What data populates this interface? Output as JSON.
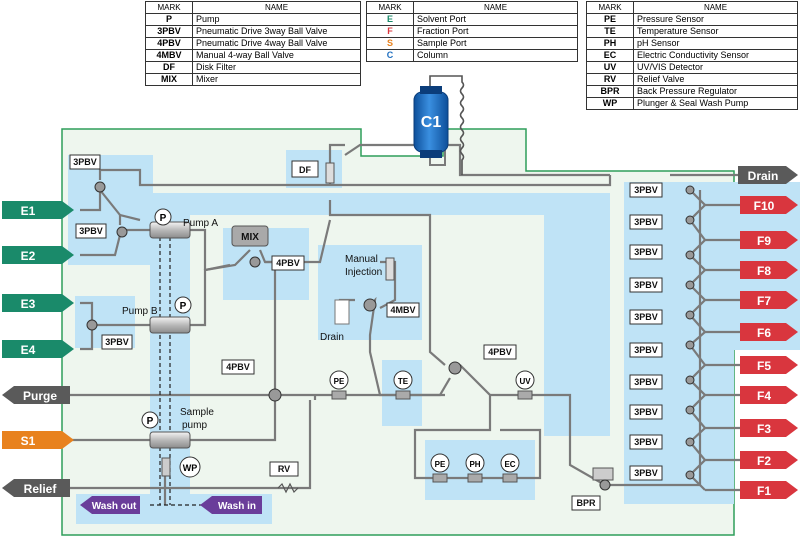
{
  "legend": {
    "header_mark": "MARK",
    "header_name": "NAME",
    "table1": [
      {
        "mark": "P",
        "name": "Pump"
      },
      {
        "mark": "3PBV",
        "name": "Pneumatic Drive 3way Ball Valve"
      },
      {
        "mark": "4PBV",
        "name": "Pneumatic Drive 4way Ball Valve"
      },
      {
        "mark": "4MBV",
        "name": "Manual 4-way Ball Valve"
      },
      {
        "mark": "DF",
        "name": "Disk Filter"
      },
      {
        "mark": "MIX",
        "name": "Mixer"
      }
    ],
    "table2": [
      {
        "mark": "E",
        "name": "Solvent Port",
        "color": "#1a8a6a"
      },
      {
        "mark": "F",
        "name": "Fraction Port",
        "color": "#d9363e"
      },
      {
        "mark": "S",
        "name": "Sample Port",
        "color": "#e8821e"
      },
      {
        "mark": "C",
        "name": "Column",
        "color": "#1f6fc0"
      }
    ],
    "table3": [
      {
        "mark": "PE",
        "name": "Pressure Sensor"
      },
      {
        "mark": "TE",
        "name": "Temperature Sensor"
      },
      {
        "mark": "PH",
        "name": "pH Sensor"
      },
      {
        "mark": "EC",
        "name": "Electric Conductivity Sensor"
      },
      {
        "mark": "UV",
        "name": "UV/VIS Detector"
      },
      {
        "mark": "RV",
        "name": "Relief Valve"
      },
      {
        "mark": "BPR",
        "name": "Back Pressure Regulator"
      },
      {
        "mark": "WP",
        "name": "Plunger & Seal Wash Pump"
      }
    ]
  },
  "ports": {
    "inlets": [
      "E1",
      "E2",
      "E3",
      "E4",
      "S1"
    ],
    "left_outlets": [
      "Purge",
      "Relief"
    ],
    "drain": "Drain",
    "fractions": [
      "F10",
      "F9",
      "F8",
      "F7",
      "F6",
      "F5",
      "F4",
      "F3",
      "F2",
      "F1"
    ],
    "wash_out": "Wash out",
    "wash_in": "Wash in"
  },
  "components": {
    "column": "C1",
    "disk_filter": "DF",
    "mixer": "MIX",
    "pump": "P",
    "pump_a": "Pump A",
    "pump_b": "Pump B",
    "sample_pump": "Sample\npump",
    "wash_pump": "WP",
    "manual_injection": "Manual\nInjection",
    "drain_label": "Drain",
    "valve_3pbv": "3PBV",
    "valve_4pbv": "4PBV",
    "valve_4mbv": "4MBV",
    "pe": "PE",
    "te": "TE",
    "ph": "PH",
    "ec": "EC",
    "uv": "UV",
    "rv": "RV",
    "bpr": "BPR"
  },
  "colors": {
    "solvent": "#1a8a6a",
    "fraction": "#d9363e",
    "sample": "#e8821e",
    "column": "#1f6fc0",
    "gray_port": "#5a5a5a",
    "wash": "#6a3d9a",
    "zone": "#bfe3f6",
    "housing": "#eef6ee",
    "housing_border": "#2e9e5a"
  }
}
